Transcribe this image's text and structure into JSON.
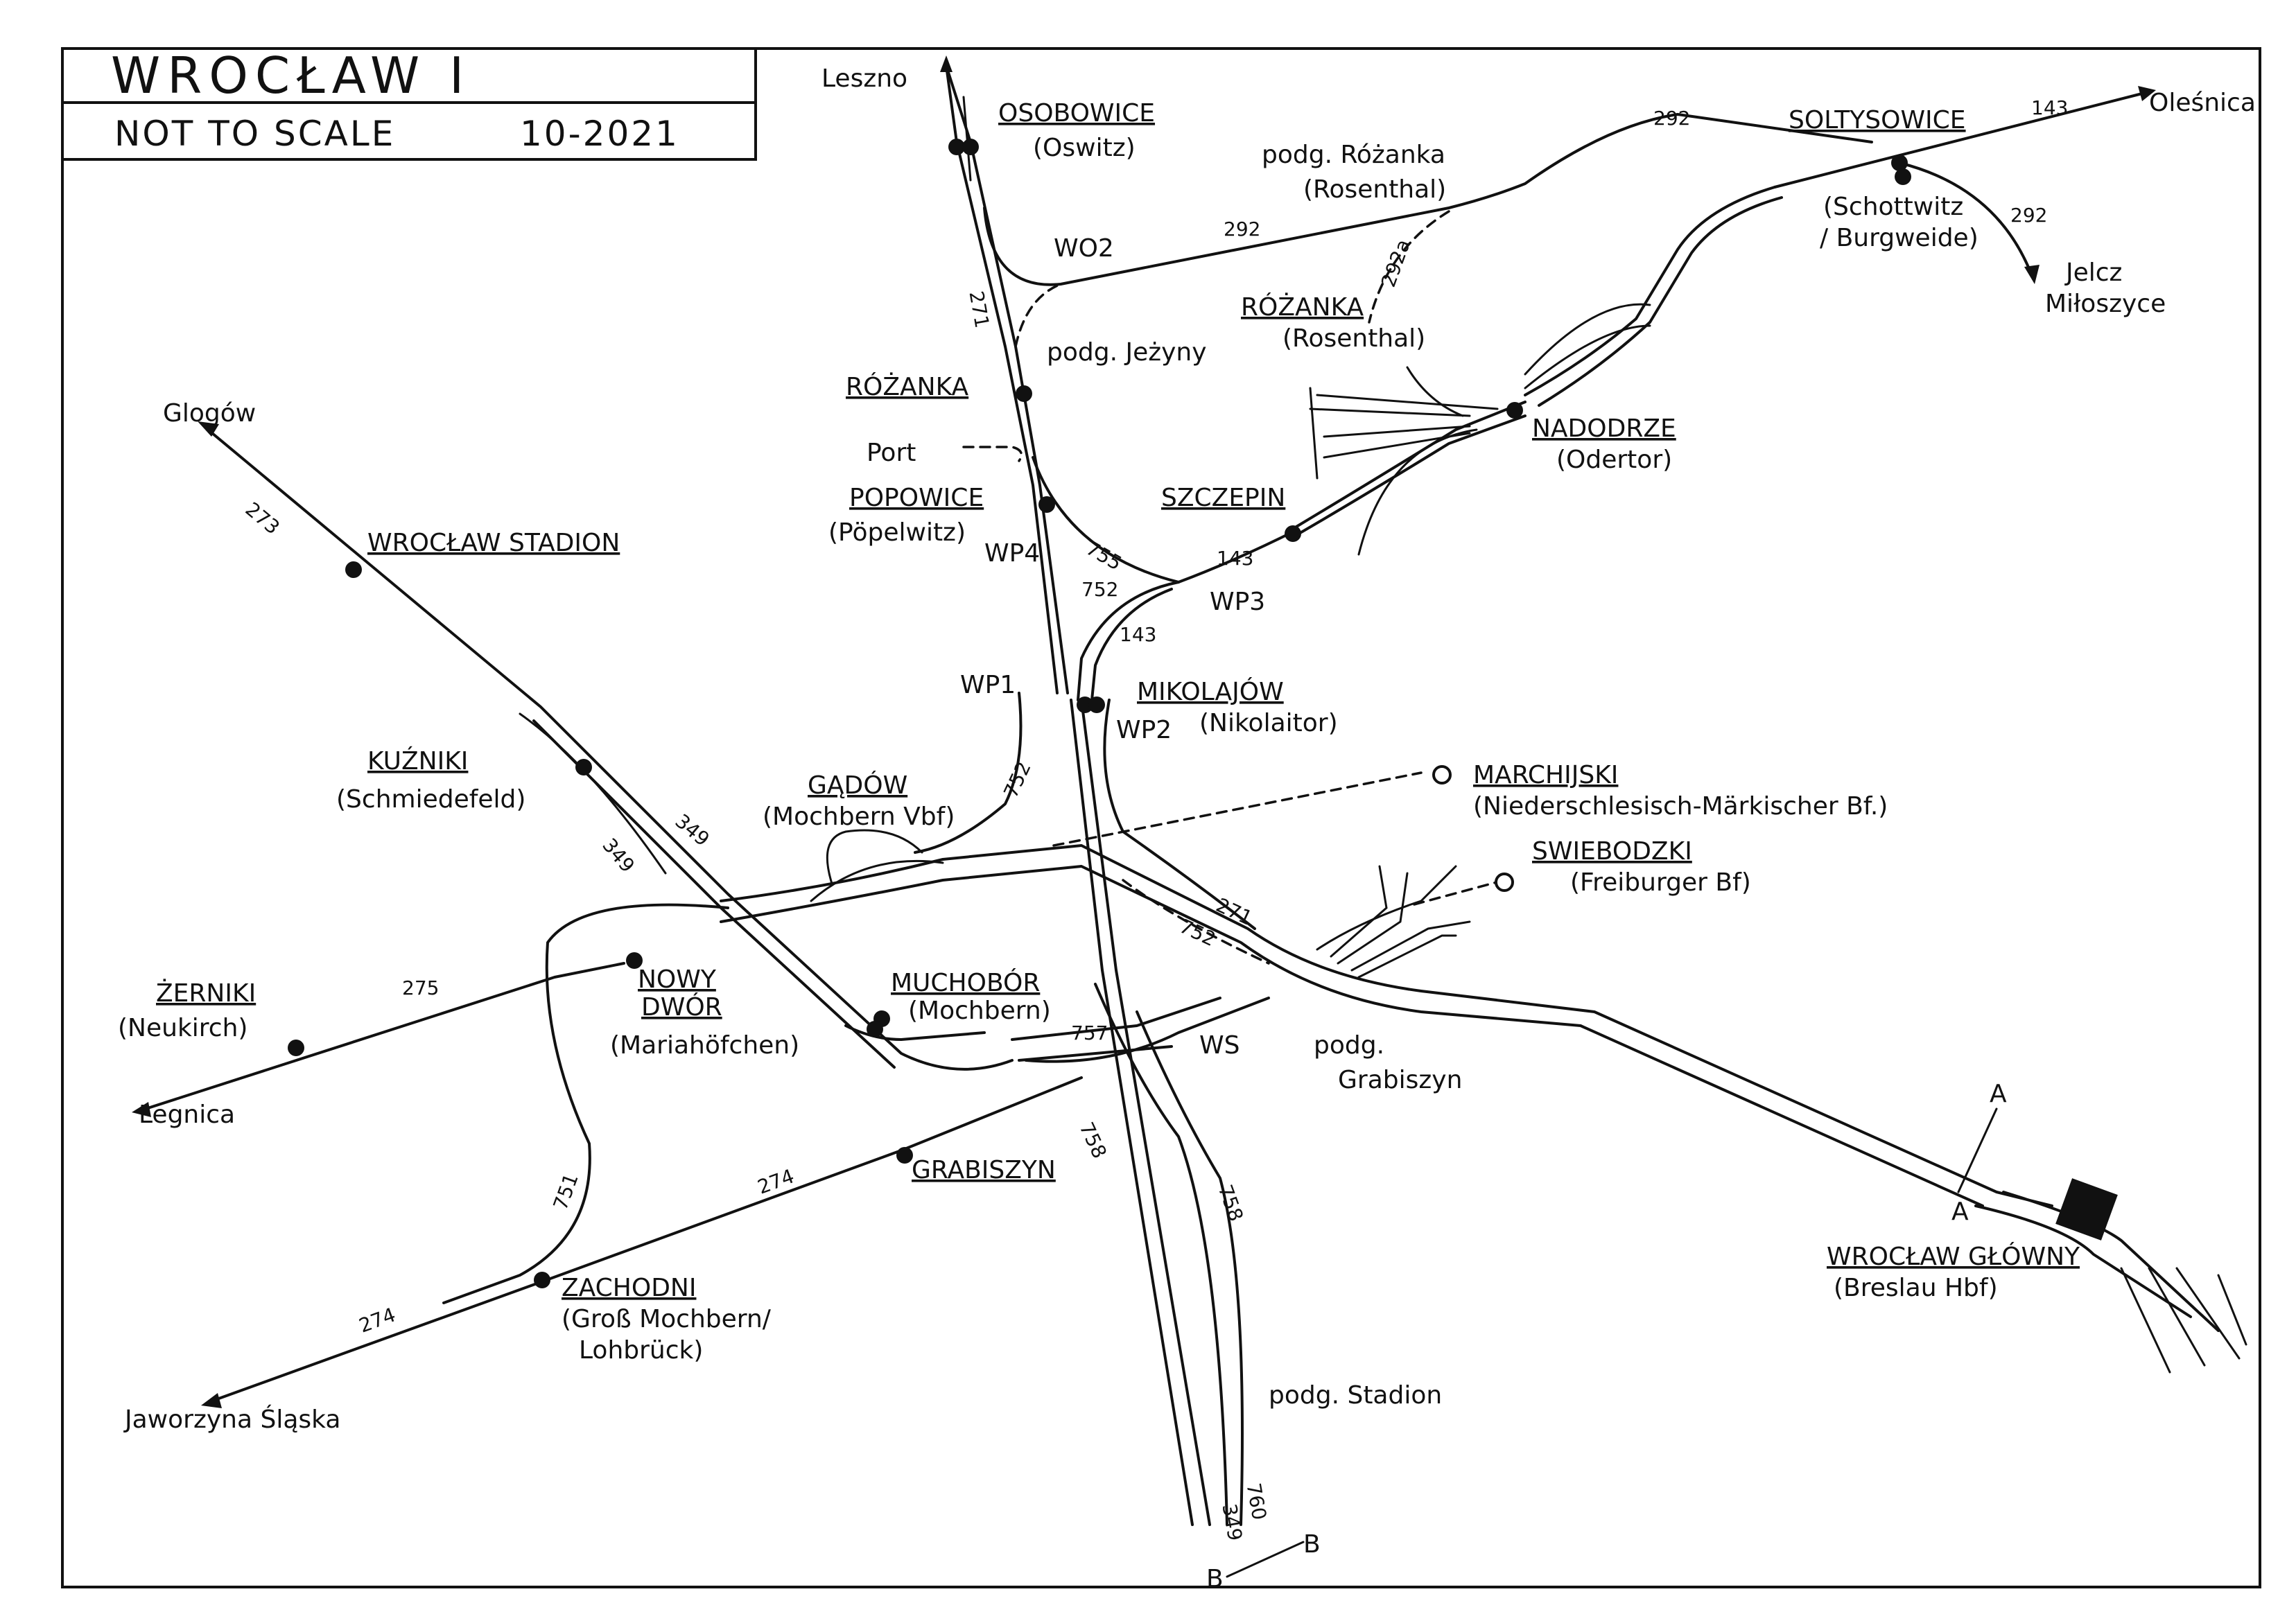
{
  "header": {
    "title": "WROCŁAW I",
    "scale_note": "NOT TO SCALE",
    "date": "10-2021"
  },
  "stations": {
    "osobowice": {
      "name": "OSOBOWICE",
      "alt": "(Oswitz)"
    },
    "soltysowice": {
      "name": "SOLTYSOWICE",
      "alt": "(Schottwitz",
      "alt2": "/ Burgweide)"
    },
    "podg_rozanka": {
      "name": "podg. Różanka",
      "alt": "(Rosenthal)"
    },
    "rozanka_east": {
      "name": "RÓŻANKA",
      "alt": "(Rosenthal)"
    },
    "rozanka": {
      "name": "RÓŻANKA"
    },
    "port": {
      "name": "Port"
    },
    "podg_jezyny": {
      "name": "podg. Jeżyny"
    },
    "nadodrze": {
      "name": "NADODRZE",
      "alt": "(Odertor)"
    },
    "popowice": {
      "name": "POPOWICE",
      "alt": "(Pöpelwitz)"
    },
    "szczepin": {
      "name": "SZCZEPIN"
    },
    "stadion": {
      "name": "WROCŁAW STADION"
    },
    "mikolajow": {
      "name": "MIKOLAJÓW",
      "alt": "(Nikolaitor)"
    },
    "kuzniki": {
      "name": "KUŹNIKI",
      "alt": "(Schmiedefeld)"
    },
    "gadow": {
      "name": "GĄDÓW",
      "alt": "(Mochbern Vbf)"
    },
    "marchijski": {
      "name": "MARCHIJSKI",
      "alt": "(Niederschlesisch-Märkischer Bf.)"
    },
    "swiebodzki": {
      "name": "SWIEBODZKI",
      "alt": "(Freiburger Bf)"
    },
    "zerniki": {
      "name": "ŻERNIKI",
      "alt": "(Neukirch)"
    },
    "nowy_dwor": {
      "name1": "NOWY",
      "name2": "DWÓR",
      "alt": "(Mariahöfchen)"
    },
    "muchobor": {
      "name": "MUCHOBÓR",
      "alt": "(Mochbern)"
    },
    "podg_grabiszyn": {
      "name1": "podg.",
      "name2": "Grabiszyn"
    },
    "grabiszyn": {
      "name": "GRABISZYN"
    },
    "zachodni": {
      "name": "ZACHODNI",
      "alt": "(Groß Mochbern/",
      "alt2": "Lohbrück)"
    },
    "glowny": {
      "name": "WROCŁAW GŁÓWNY",
      "alt": "(Breslau Hbf)"
    },
    "podg_stadion": {
      "name": "podg. Stadion"
    }
  },
  "destinations": {
    "leszno": "Leszno",
    "olesnica": "Oleśnica",
    "jelcz": "Jelcz",
    "miloszyce": "Miłoszyce",
    "glogow": "Glogów",
    "legnica": "Legnica",
    "jaworzyna": "Jaworzyna Śląska"
  },
  "junctions": {
    "wo2": "WO2",
    "wp4": "WP4",
    "wp3": "WP3",
    "wp1": "WP1",
    "wp2": "WP2",
    "ws": "WS"
  },
  "line_numbers": {
    "l292a": "292",
    "l292b": "292",
    "l292c": "292",
    "l143a": "143",
    "l143b": "143",
    "l143c": "143",
    "l292a_branch": "292a",
    "l271a": "271",
    "l271b": "271",
    "l273": "273",
    "l755": "755",
    "l752a": "752",
    "l752b": "752",
    "l752c": "752",
    "l349a": "349",
    "l349b": "349",
    "l349c": "349",
    "l275": "275",
    "l757": "757",
    "l758a": "758",
    "l758b": "758",
    "l751": "751",
    "l274a": "274",
    "l274b": "274",
    "l760": "760"
  },
  "section_marks": {
    "a1": "A",
    "a2": "A",
    "b1": "B",
    "b2": "B"
  }
}
